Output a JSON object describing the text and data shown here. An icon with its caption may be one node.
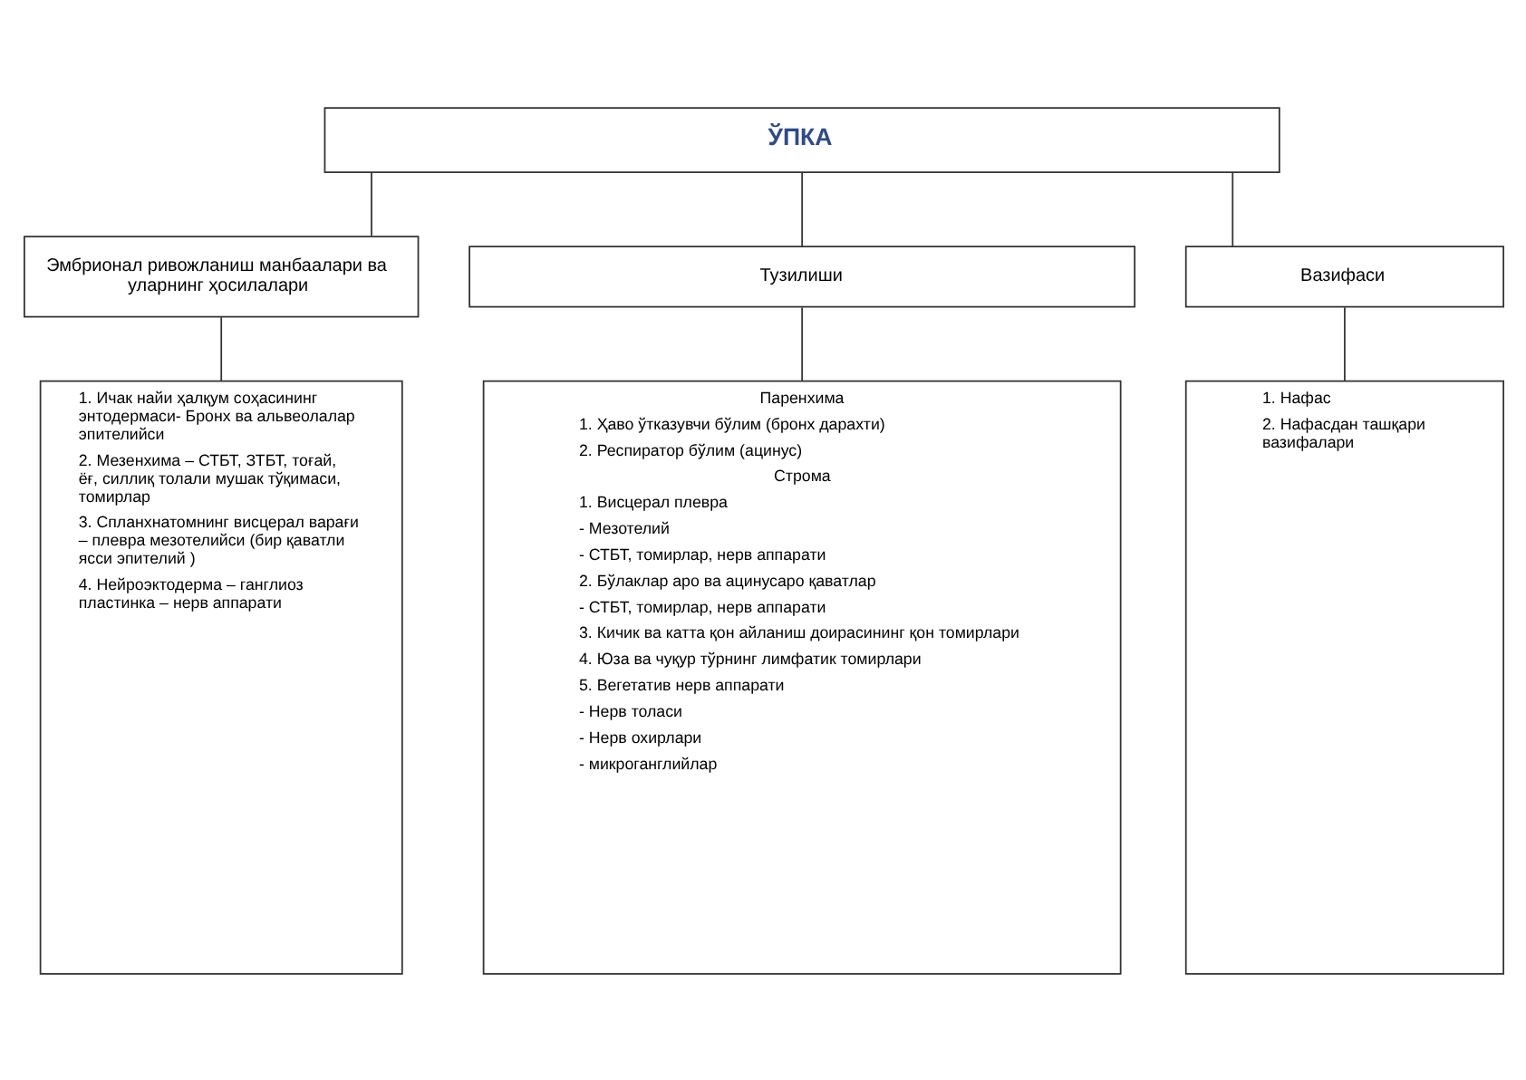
{
  "diagram": {
    "nodes": [
      {
        "text": [
          "ЎПКА"
        ]
      },
      {
        "text": [
          "Эмбрионал ривожланиш манбаалари ва уларнинг ҳосилалари"
        ]
      },
      {
        "text": [
          "Тузилиши"
        ]
      },
      {
        "text": [
          "Вазифаси"
        ]
      },
      {
        "text": [
          "1. Ичак найи ҳалқум соҳасининг энтодермаси- Бронх ва альвеолалар эпителийси",
          "2. Мезенхима – СТБТ, ЗТБТ, тоғай, ёғ, силлиқ толали мушак тўқимаси, томирлар",
          "3. Спланхнатомнинг висцерал варағи – плевра мезотелийси (бир қаватли ясси эпителий )",
          "4. Нейроэктодерма – ганглиоз пластинка – нерв аппарати"
        ]
      },
      {
        "text": [
          "Паренхима",
          "1. Ҳаво ўтказувчи бўлим (бронх дарахти)",
          "2. Респиратор бўлим (ацинус)",
          "Строма",
          "1. Висцерал плевра",
          "- Мезотелий",
          "- СТБТ, томирлар, нерв аппарати",
          "2. Бўлаклар аро ва ацинусаро қаватлар",
          "- СТБТ, томирлар, нерв аппарати",
          "3. Кичик ва катта қон айланиш доирасининг қон томирлари",
          "4. Юза ва чуқур тўрнинг лимфатик томирлари",
          "5. Вегетатив нерв аппарати",
          "- Нерв толаси",
          "- Нерв охирлари",
          "- микроганглийлар"
        ]
      },
      {
        "text": [
          "1. Нафас",
          "2. Нафасдан ташқари вазифалари"
        ]
      }
    ],
    "edges": [
      {
        "from": 0,
        "to": 1,
        "arrow": "none"
      },
      {
        "from": 0,
        "to": 2,
        "arrow": "none"
      },
      {
        "from": 0,
        "to": 3,
        "arrow": "none"
      },
      {
        "from": 1,
        "to": 4,
        "arrow": "none"
      },
      {
        "from": 2,
        "to": 5,
        "arrow": "none"
      },
      {
        "from": 3,
        "to": 6,
        "arrow": "none"
      }
    ]
  }
}
